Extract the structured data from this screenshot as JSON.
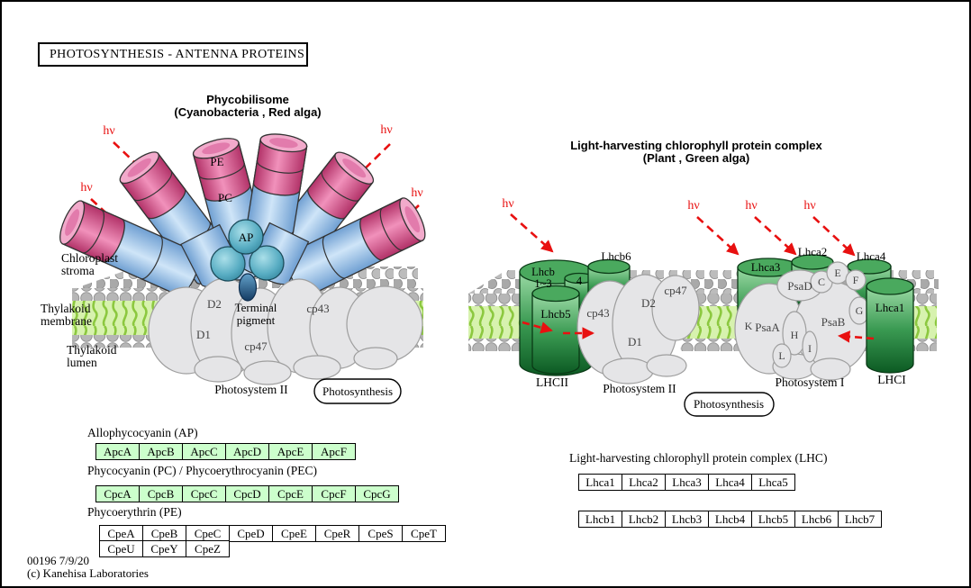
{
  "window": {
    "title_box": "PHOTOSYNTHESIS - ANTENNA  PROTEINS",
    "footer_line1": "00196 7/9/20",
    "footer_line2": "(c) Kanehisa Laboratories"
  },
  "labels": {
    "hv": "hν"
  },
  "phycobilisome": {
    "title_line1": "Phycobilisome",
    "title_line2": "(Cyanobacteria , Red alga)",
    "pe": "PE",
    "pc": "PC",
    "ap": "AP",
    "stroma_line1": "Chloroplast",
    "stroma_line2": "stroma",
    "membrane_line1": "Thylakoid",
    "membrane_line2": "membrane",
    "lumen_line1": "Thylakoid",
    "lumen_line2": "lumen",
    "d2": "D2",
    "d1": "D1",
    "terminal_line1": "Terminal",
    "terminal_line2": "pigment",
    "cp47": "cp47",
    "cp43": "cp43",
    "photosystem_ii": "Photosystem II",
    "photosynthesis": "Photosynthesis"
  },
  "lhc_diagram": {
    "title_line1": "Light-harvesting chlorophyll protein complex",
    "title_line2": "(Plant , Green alga)",
    "lhcb13_line1": "Lhcb",
    "lhcb13_line2": "1~3",
    "lhcb4": "4",
    "lhcb6": "Lhcb6",
    "lhcb5": "Lhcb5",
    "cp43": "cp43",
    "cp47": "cp47",
    "d2": "D2",
    "d1": "D1",
    "lhca3": "Lhca3",
    "lhca2": "Lhca2",
    "lhca4": "Lhca4",
    "lhca1": "Lhca1",
    "psaD": "PsaD",
    "psaA": "PsaA",
    "psaB": "PsaB",
    "c": "C",
    "e": "E",
    "f": "F",
    "g": "G",
    "h": "H",
    "i": "I",
    "k": "K",
    "l": "L",
    "lhcii": "LHCII",
    "lhci": "LHCI",
    "photosystem_ii": "Photosystem II",
    "photosystem_i": "Photosystem I",
    "photosynthesis": "Photosynthesis"
  },
  "gene_tables": {
    "ap": {
      "title": "Allophycocyanin (AP)",
      "rows": [
        [
          "ApcA",
          "ApcB",
          "ApcC",
          "ApcD",
          "ApcE",
          "ApcF"
        ]
      ]
    },
    "pc_pec": {
      "title": "Phycocyanin (PC) / Phycoerythrocyanin (PEC)",
      "rows": [
        [
          "CpcA",
          "CpcB",
          "CpcC",
          "CpcD",
          "CpcE",
          "CpcF",
          "CpcG"
        ]
      ]
    },
    "pe": {
      "title": "Phycoerythrin (PE)",
      "rows": [
        [
          "CpeA",
          "CpeB",
          "CpeC",
          "CpeD",
          "CpeE",
          "CpeR",
          "CpeS",
          "CpeT"
        ],
        [
          "CpeU",
          "CpeY",
          "CpeZ"
        ]
      ]
    },
    "lhc": {
      "title": "Light-harvesting chlorophyll protein complex (LHC)",
      "rows": [
        [
          "Lhca1",
          "Lhca2",
          "Lhca3",
          "Lhca4",
          "Lhca5"
        ],
        [
          "Lhcb1",
          "Lhcb2",
          "Lhcb3",
          "Lhcb4",
          "Lhcb5",
          "Lhcb6",
          "Lhcb7"
        ]
      ]
    }
  },
  "colors": {
    "hv_red": "#e81010",
    "gene_box_green": "#ccffcc",
    "membrane_face_green": "#d7f2ae",
    "lipid_tail_green": "#8cc83f",
    "lipid_head_gray": "#b5b5b5",
    "phycoerythrin_pink": "#e85a96",
    "phycocyanin_blue": "#a9cdf0",
    "allophycocyanin_teal": "#4ba4bc",
    "terminal_pigment_navy": "#1d4e79",
    "lhc_green": "#2f9148",
    "protein_gray": "#e5e5e7"
  }
}
